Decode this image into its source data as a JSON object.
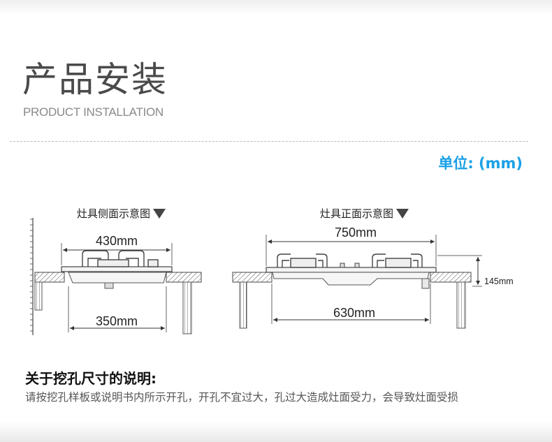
{
  "header": {
    "title": "产品安装",
    "subtitle": "PRODUCT INSTALLATION",
    "unit": "单位: (mm)"
  },
  "side_view": {
    "caption": "灶具侧面示意图",
    "top_width": "430mm",
    "bottom_width": "350mm"
  },
  "front_view": {
    "caption": "灶具正面示意图",
    "top_width": "750mm",
    "bottom_width": "630mm",
    "height": "145mm"
  },
  "notes": {
    "title": "关于挖孔尺寸的说明:",
    "text": "请按挖孔样板或说明书内所示开孔，开孔不宜过大，孔过大造成灶面受力，会导致灶面受损"
  }
}
